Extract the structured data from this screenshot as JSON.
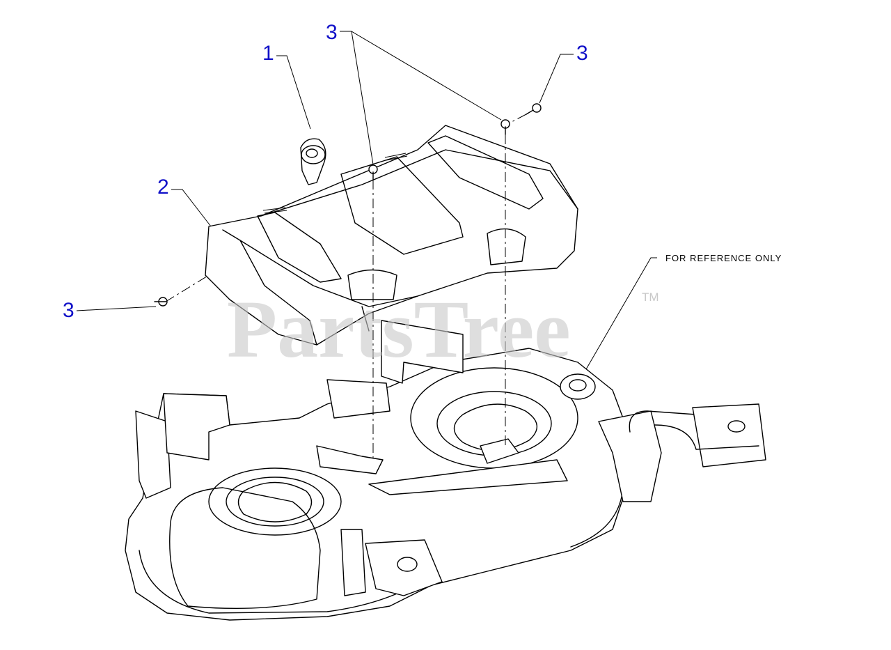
{
  "callouts": [
    {
      "id": "1",
      "label": "1"
    },
    {
      "id": "2",
      "label": "2"
    },
    {
      "id": "3",
      "label": "3"
    }
  ],
  "note": "FOR REFERENCE ONLY",
  "watermark": {
    "text": "PartsTree",
    "mark": "TM"
  },
  "colors": {
    "callout": "#1010c8",
    "line": "#000000",
    "watermark": "#c8c8c8"
  }
}
